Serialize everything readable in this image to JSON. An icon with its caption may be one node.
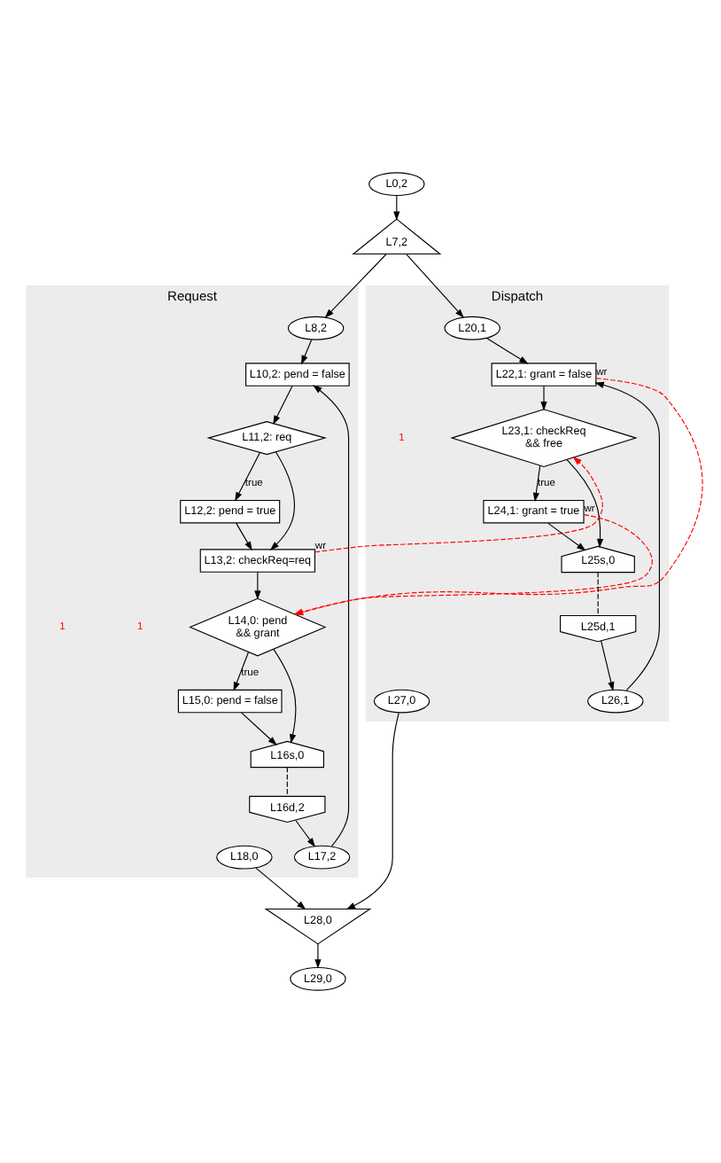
{
  "diagram": {
    "nodes": [
      {
        "text": [
          "L0,2"
        ]
      },
      {
        "text": [
          "L7,2"
        ]
      },
      {
        "text": [
          "Request"
        ]
      },
      {
        "text": [
          "L8,2"
        ],
        "in": 2
      },
      {
        "text": [
          "L10,2: pend = false"
        ],
        "in": 2
      },
      {
        "text": [
          "L11,2: req"
        ],
        "in": 2
      },
      {
        "text": [
          "L12,2: pend = true"
        ],
        "in": 2
      },
      {
        "text": [
          "L13,2: checkReq=req"
        ],
        "in": 2
      },
      {
        "text": [
          "L14,0: pend && grant"
        ],
        "in": 2
      },
      {
        "text": [
          "L15,0: pend = false"
        ],
        "in": 2
      },
      {
        "text": [
          "L16s,0"
        ],
        "in": 2
      },
      {
        "text": [
          "L16d,2"
        ],
        "in": 2
      },
      {
        "text": [
          "L17,2"
        ],
        "in": 2
      },
      {
        "text": [
          "L18,0"
        ],
        "in": 2
      },
      {
        "text": [
          "Dispatch"
        ]
      },
      {
        "text": [
          "L20,1"
        ],
        "in": 14
      },
      {
        "text": [
          "L22,1: grant = false"
        ],
        "in": 14
      },
      {
        "text": [
          "L23,1: checkReq && free"
        ],
        "in": 14
      },
      {
        "text": [
          "L24,1: grant = true"
        ],
        "in": 14
      },
      {
        "text": [
          "L25s,0"
        ],
        "in": 14
      },
      {
        "text": [
          "L25d,1"
        ],
        "in": 14
      },
      {
        "text": [
          "L27,0"
        ],
        "in": 14
      },
      {
        "text": [
          "L26,1"
        ],
        "in": 14
      },
      {
        "text": [
          "L28,0"
        ]
      },
      {
        "text": [
          "L29,0"
        ]
      }
    ],
    "edges": [
      {
        "from": 0,
        "to": 1,
        "arrow": "to"
      },
      {
        "from": 1,
        "to": 3,
        "arrow": "to"
      },
      {
        "from": 1,
        "to": 15,
        "arrow": "to"
      },
      {
        "from": 3,
        "to": 4,
        "arrow": "to"
      },
      {
        "from": 4,
        "to": 5,
        "arrow": "to"
      },
      {
        "from": 5,
        "to": 6,
        "arrow": "to",
        "label": "true"
      },
      {
        "from": 5,
        "to": 7,
        "arrow": "to"
      },
      {
        "from": 6,
        "to": 7,
        "arrow": "to"
      },
      {
        "from": 7,
        "to": 8,
        "arrow": "to"
      },
      {
        "from": 8,
        "to": 9,
        "arrow": "to",
        "label": "true"
      },
      {
        "from": 8,
        "to": 10,
        "arrow": "to"
      },
      {
        "from": 9,
        "to": 10,
        "arrow": "to"
      },
      {
        "from": 10,
        "to": 11,
        "arrow": "none",
        "style": "dashed"
      },
      {
        "from": 11,
        "to": 12,
        "arrow": "to"
      },
      {
        "from": 12,
        "to": 4,
        "arrow": "to"
      },
      {
        "from": 13,
        "to": 23,
        "arrow": "to"
      },
      {
        "from": 15,
        "to": 16,
        "arrow": "to"
      },
      {
        "from": 16,
        "to": 17,
        "arrow": "to"
      },
      {
        "from": 17,
        "to": 18,
        "arrow": "to",
        "label": "true"
      },
      {
        "from": 17,
        "to": 19,
        "arrow": "to"
      },
      {
        "from": 18,
        "to": 19,
        "arrow": "to"
      },
      {
        "from": 19,
        "to": 20,
        "arrow": "none",
        "style": "dashed"
      },
      {
        "from": 20,
        "to": 22,
        "arrow": "to"
      },
      {
        "from": 22,
        "to": 16,
        "arrow": "to"
      },
      {
        "from": 21,
        "to": 23,
        "arrow": "to"
      },
      {
        "from": 23,
        "to": 24,
        "arrow": "to"
      },
      {
        "from": 7,
        "to": 17,
        "arrow": "to",
        "style": "dashed",
        "color": "#ff0000",
        "label": "wr"
      },
      {
        "from": 16,
        "to": 8,
        "arrow": "to",
        "style": "dashed",
        "color": "#ff0000",
        "label": "wr"
      },
      {
        "from": 18,
        "to": 8,
        "arrow": "to",
        "style": "dashed",
        "color": "#ff0000",
        "label": "wr"
      }
    ],
    "labels": [
      "1",
      "1",
      "1"
    ]
  }
}
